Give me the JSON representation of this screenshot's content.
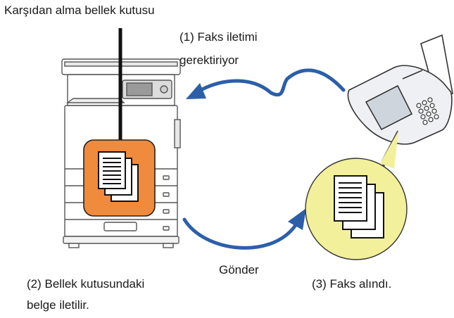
{
  "labels": {
    "top_box": "Karşıdan alma bellek kutusu",
    "step1_line1": "(1) Faks iletimi",
    "step1_line2": "gerektiriyor",
    "send": "Gönder",
    "step2_line1": "(2) Bellek kutusundaki",
    "step2_line2": "belge iletilir.",
    "step3": "(3) Faks alındı."
  },
  "colors": {
    "arrow": "#2c5fa8",
    "memory_box": "#f08a3c",
    "received_bubble": "#f2f09a",
    "line": "#1a1a1a"
  }
}
